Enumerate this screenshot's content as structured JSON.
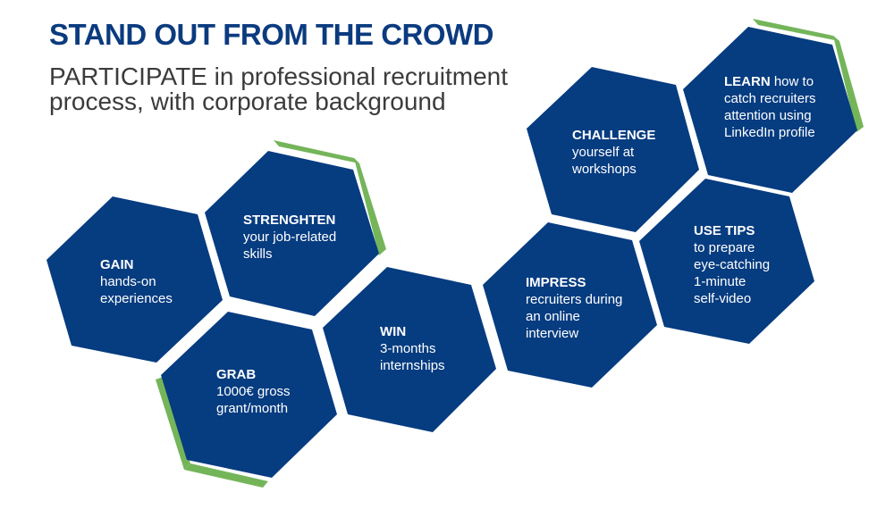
{
  "header": {
    "title": "STAND OUT FROM THE CROWD",
    "subtitle_line1": "PARTICIPATE in professional recruitment",
    "subtitle_line2": "process, with corporate background"
  },
  "colors": {
    "hex_fill": "#063c80",
    "accent_green": "#74b55a",
    "title_blue": "#0b3b7f",
    "text_gray": "#3b3b3b"
  },
  "hexagons": [
    {
      "id": "gain",
      "keyword": "GAIN",
      "rest_first": "",
      "lines": [
        "hands-on",
        "experiences"
      ]
    },
    {
      "id": "strenghten",
      "keyword": "STRENGHTEN",
      "rest_first": "",
      "lines": [
        "your job-related",
        "skills"
      ]
    },
    {
      "id": "grab",
      "keyword": "GRAB",
      "rest_first": "",
      "lines": [
        "1000€ gross",
        "grant/month"
      ]
    },
    {
      "id": "win",
      "keyword": "WIN",
      "rest_first": "",
      "lines": [
        "3-months",
        "internships"
      ]
    },
    {
      "id": "impress",
      "keyword": "IMPRESS",
      "rest_first": "",
      "lines": [
        "recruiters during",
        "an online",
        "interview"
      ]
    },
    {
      "id": "challenge",
      "keyword": "CHALLENGE",
      "rest_first": "",
      "lines": [
        "yourself at",
        "workshops"
      ]
    },
    {
      "id": "use-tips",
      "keyword": "USE TIPS",
      "rest_first": "",
      "lines": [
        "to prepare",
        "eye-catching",
        "1-minute",
        "self-video"
      ]
    },
    {
      "id": "learn",
      "keyword": "LEARN",
      "rest_first": " how to",
      "lines": [
        "catch recruiters",
        "attention using",
        "LinkedIn profile"
      ]
    }
  ]
}
